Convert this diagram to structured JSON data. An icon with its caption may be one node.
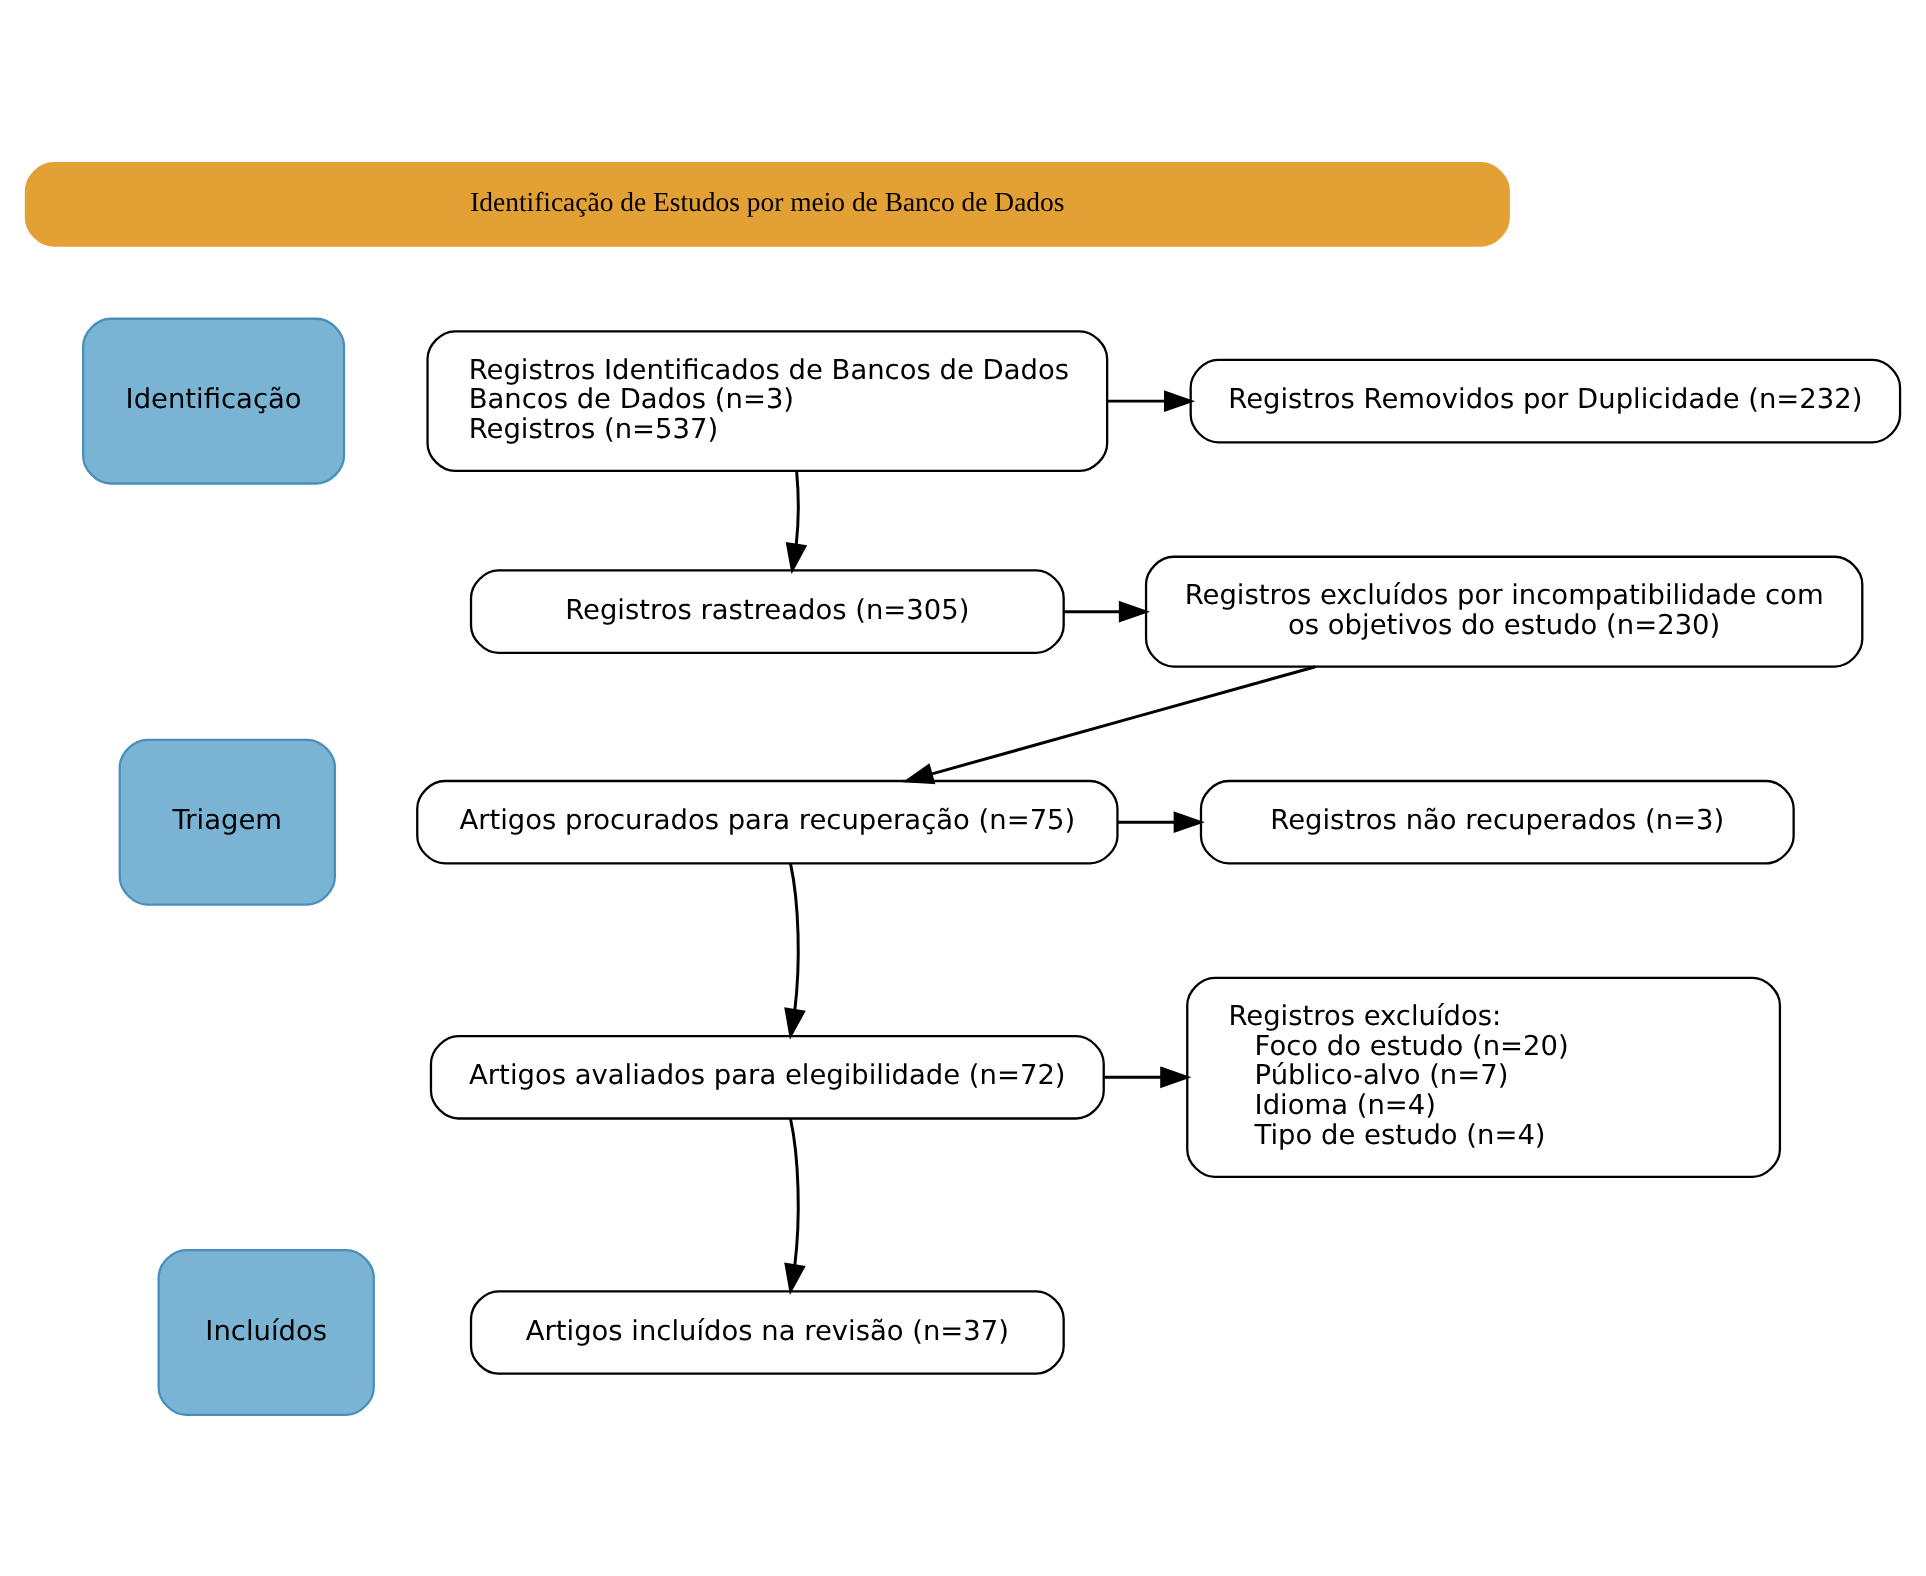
{
  "diagram": {
    "nodes": [
      {
        "text": [
          "Identificação de Estudos por meio de Banco de Dados"
        ]
      },
      {
        "text": [
          "Identificação"
        ]
      },
      {
        "text": [
          "Triagem"
        ]
      },
      {
        "text": [
          "Incluídos"
        ]
      },
      {
        "text": [
          "Registros Identificados de Bancos de Dados",
          "Bancos de Dados (n=3)",
          "Registros (n=537)"
        ]
      },
      {
        "text": [
          "Registros Removidos por Duplicidade (n=232)"
        ]
      },
      {
        "text": [
          "Registros rastreados (n=305)"
        ]
      },
      {
        "text": [
          "Registros excluídos por incompatibilidade com os objetivos do estudo (n=230)"
        ]
      },
      {
        "text": [
          "Artigos procurados para recuperação (n=75)"
        ]
      },
      {
        "text": [
          "Registros não recuperados (n=3)"
        ]
      },
      {
        "text": [
          "Artigos avaliados para elegibilidade (n=72)"
        ]
      },
      {
        "text": [
          "Registros excluídos:",
          "Foco do estudo (n=20)",
          "Público-alvo (n=7)",
          "Idioma (n=4)",
          "Tipo de estudo (n=4)"
        ]
      },
      {
        "text": [
          "Artigos incluídos na revisão (n=37)"
        ]
      }
    ],
    "edges": [
      {
        "from": 4,
        "to": 5,
        "arrow": "to"
      },
      {
        "from": 4,
        "to": 6,
        "arrow": "to"
      },
      {
        "from": 6,
        "to": 7,
        "arrow": "to"
      },
      {
        "from": 7,
        "to": 8,
        "arrow": "to"
      },
      {
        "from": 8,
        "to": 9,
        "arrow": "to"
      },
      {
        "from": 8,
        "to": 10,
        "arrow": "to"
      },
      {
        "from": 10,
        "to": 11,
        "arrow": "to"
      },
      {
        "from": 10,
        "to": 12,
        "arrow": "to"
      }
    ]
  }
}
